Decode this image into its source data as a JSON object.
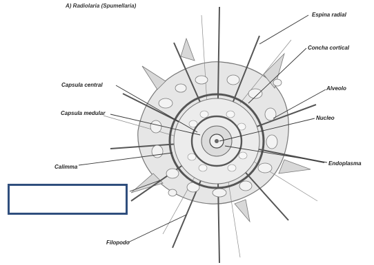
{
  "figure": {
    "title": "A) Radiolaria (Spumellaria)",
    "labels": {
      "espina_radial": "Espina radial",
      "concha_cortical": "Concha cortical",
      "alveolo": "Alveolo",
      "nucleo": "Nucleo",
      "endoplasma": "Endoplasma",
      "capsula_central": "Capsula central",
      "capsula_medular": "Capsula medular",
      "calimma": "Calimma",
      "filopodo": "Filopodo"
    },
    "answer_box": "",
    "colors": {
      "box_border": "#2f4e7d",
      "sketch_ink": "#555555",
      "sketch_fill": "#cfcfcf"
    }
  }
}
